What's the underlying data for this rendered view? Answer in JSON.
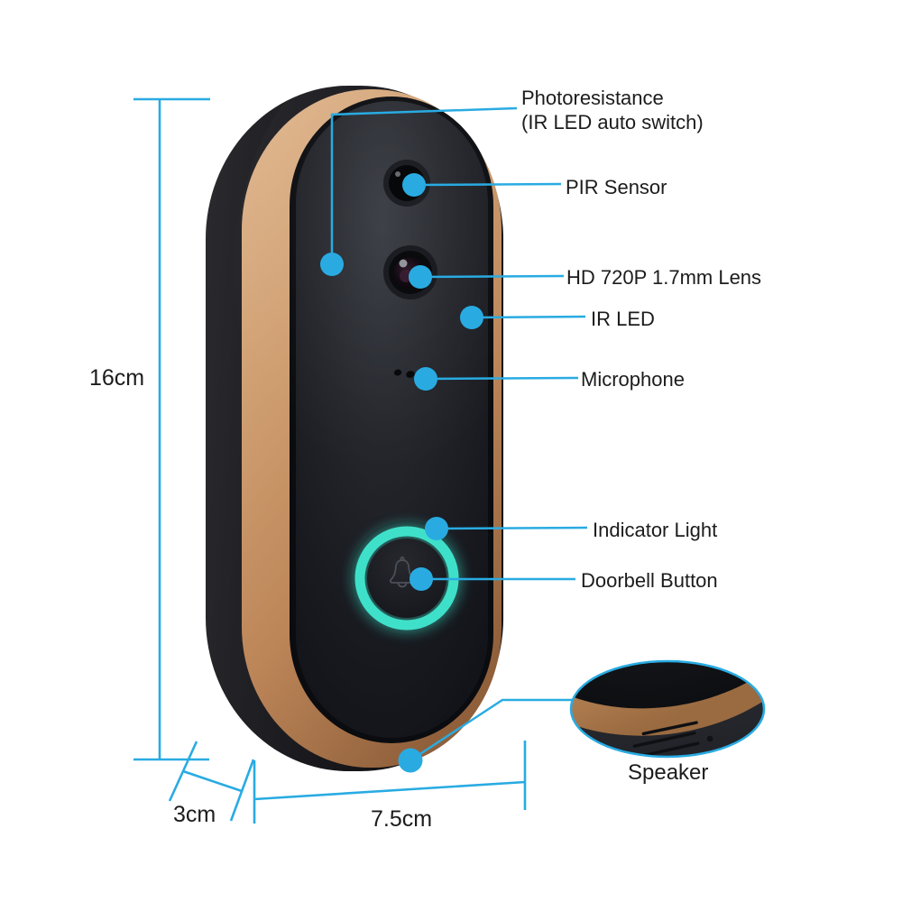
{
  "figure": {
    "type": "product annotation diagram",
    "subject": "smart video doorbell"
  },
  "colors": {
    "accent_blue": "#29abe2",
    "ring_cyan": "#3fe0c9",
    "copper_mid": "#c08a5e",
    "body_black": "#1b1d22",
    "label_text": "#1c1c1c",
    "background": "#ffffff"
  },
  "callouts": {
    "photoresistance": {
      "line1": "Photoresistance",
      "line2": "(IR LED auto switch)"
    },
    "pir_sensor": "PIR Sensor",
    "lens": "HD 720P 1.7mm Lens",
    "ir_led": "IR LED",
    "microphone": "Microphone",
    "indicator_light": "Indicator Light",
    "doorbell_button": "Doorbell Button",
    "speaker": "Speaker"
  },
  "dimensions": {
    "height": "16cm",
    "depth": "3cm",
    "width": "7.5cm"
  },
  "icons": {
    "bell_icon": "bell-outline on doorbell button"
  }
}
